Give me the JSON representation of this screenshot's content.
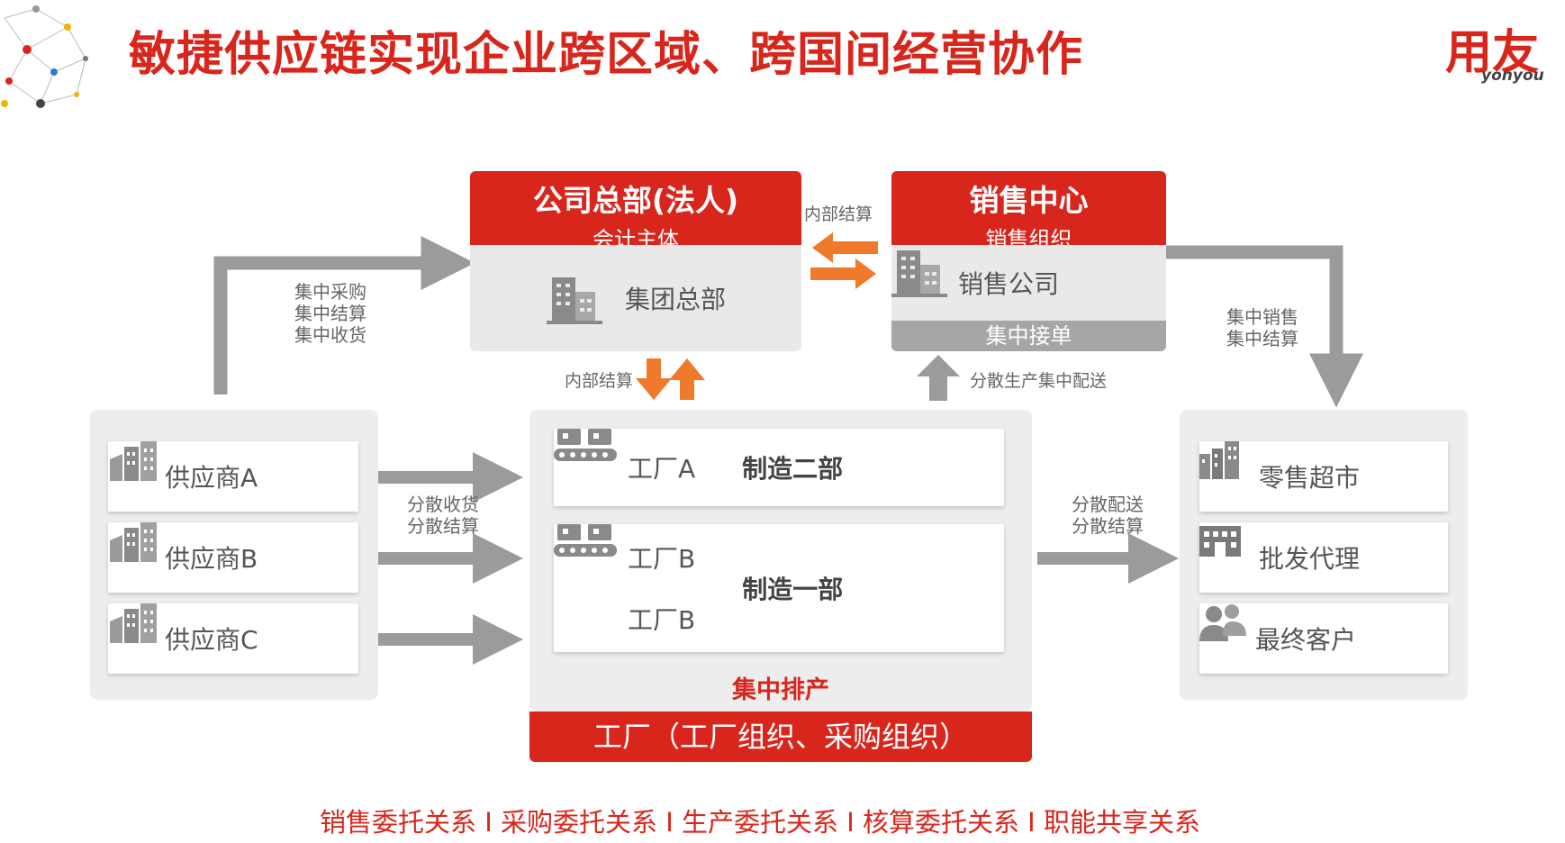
{
  "title": "敏捷供应链实现企业跨区域、跨国间经营协作",
  "logo": {
    "cn": "用友",
    "en": "yonyou"
  },
  "hq": {
    "title": "公司总部(法人)",
    "subtitle": "会计主体",
    "item": "集团总部"
  },
  "sales": {
    "title": "销售中心",
    "subtitle": "销售组织",
    "item": "销售公司",
    "footer": "集中接单"
  },
  "labels": {
    "inner_settle_top": "内部结算",
    "inner_settle_mid": "内部结算",
    "central_purchase": [
      "集中采购",
      "集中结算",
      "集中收货"
    ],
    "central_sales": [
      "集中销售",
      "集中结算"
    ],
    "dist_prod": "分散生产集中配送",
    "dist_receive": [
      "分散收货",
      "分散结算"
    ],
    "dist_delivery": [
      "分散配送",
      "分散结算"
    ]
  },
  "suppliers": [
    "供应商A",
    "供应商B",
    "供应商C"
  ],
  "factory": {
    "row1": {
      "name": "工厂A",
      "dept": "制造二部"
    },
    "row2": {
      "names": [
        "工厂B",
        "工厂B"
      ],
      "dept": "制造一部"
    },
    "schedule": "集中排产",
    "footer": "工厂（工厂组织、采购组织）"
  },
  "customers": [
    "零售超市",
    "批发代理",
    "最终客户"
  ],
  "bottom_note": "销售委托关系  I 采购委托关系 I 生产委托关系 I 核算委托关系 I 职能共享关系",
  "colors": {
    "brand_red": "#d9261c",
    "arrow_gray": "#9b9b9b",
    "arrow_orange": "#ef7a2b",
    "panel_gray": "#ededed"
  }
}
